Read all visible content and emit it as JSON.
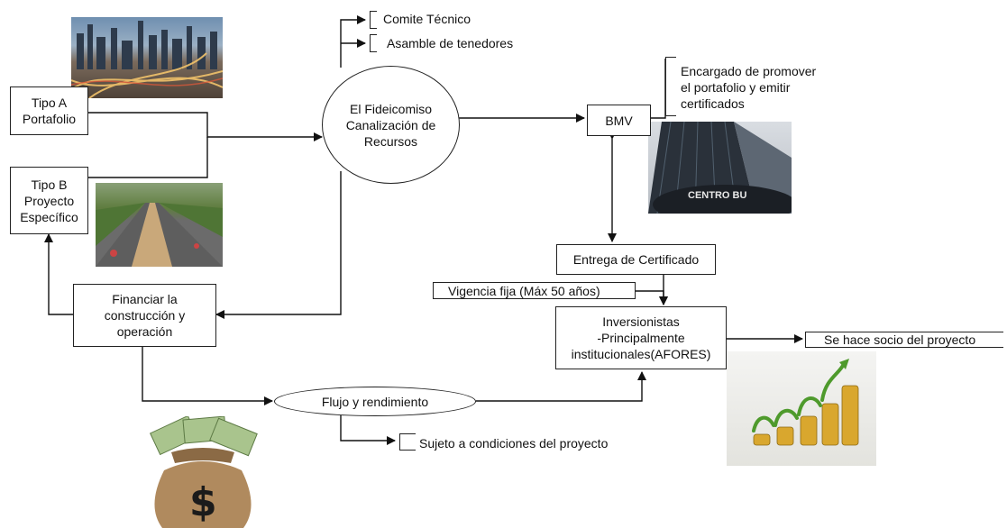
{
  "nodes": {
    "fideicomiso": "El Fideicomiso\nCanalización de\nRecursos",
    "tipo_a": "Tipo A\nPortafolio",
    "tipo_b": "Tipo B\nProyecto\nEspecífico",
    "financiar": "Financiar la\nconstrucción y\noperación",
    "bmv": "BMV",
    "entrega": "Entrega de Certificado",
    "inversionistas": "Inversionistas\n-Principalmente\ninstitucionales(AFORES)",
    "flujo": "Flujo y rendimiento"
  },
  "annotations": {
    "comite": "Comite Técnico",
    "asamblea": "Asamble de tenedores",
    "bmv_note": "Encargado de promover\nel portafolio y emitir\ncertificados",
    "vigencia": "Vigencia fija (Máx 50 años)",
    "socio": "Se hace socio del proyecto",
    "sujeto": "Sujeto a condiciones del proyecto"
  },
  "images": {
    "city": "city-interchange-photo",
    "road": "road-construction-photo",
    "building": "centro-bursatil-building-photo",
    "money": "money-bag-icon",
    "growth": "coin-growth-icon",
    "building_sign": "CENTRO BU"
  }
}
